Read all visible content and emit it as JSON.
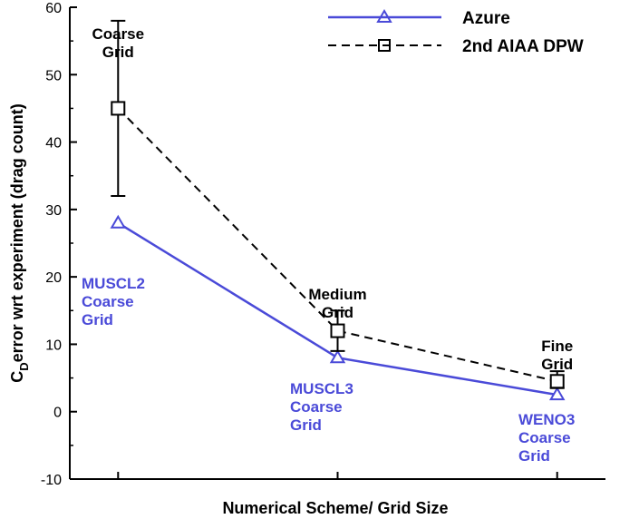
{
  "chart_data": {
    "type": "line",
    "xlabel": "Numerical Scheme/ Grid Size",
    "ylabel_main": "C",
    "ylabel_sub": "D",
    "ylabel_rest": "error wrt experiment (drag count)",
    "ylim": [
      -10,
      60
    ],
    "yticks": [
      "-10",
      "0",
      "10",
      "20",
      "30",
      "40",
      "50",
      "60"
    ],
    "x_positions": [
      1,
      2,
      3
    ],
    "xlim": [
      0.78,
      3.22
    ],
    "legend_position": "top-right",
    "series": [
      {
        "name": "Azure",
        "color": "#4a4ad8",
        "marker": "triangle",
        "line": "solid",
        "values": [
          28,
          8,
          2.5
        ]
      },
      {
        "name": "2nd AIAA DPW",
        "color": "#000000",
        "marker": "square",
        "line": "dashed",
        "values": [
          45,
          12,
          4.5
        ],
        "error_low": [
          32,
          9,
          3.5
        ],
        "error_high": [
          58,
          15,
          6
        ]
      }
    ],
    "annotations": {
      "coarse_grid": [
        "Coarse",
        "Grid"
      ],
      "medium_grid": [
        "Medium",
        "Grid"
      ],
      "fine_grid": [
        "Fine",
        "Grid"
      ],
      "muscl2": [
        "MUSCL2",
        "Coarse",
        "Grid"
      ],
      "muscl3": [
        "MUSCL3",
        "Coarse",
        "Grid"
      ],
      "weno3": [
        "WENO3",
        "Coarse",
        "Grid"
      ]
    },
    "annotation_color": "#4a4ad8",
    "grid": false
  }
}
